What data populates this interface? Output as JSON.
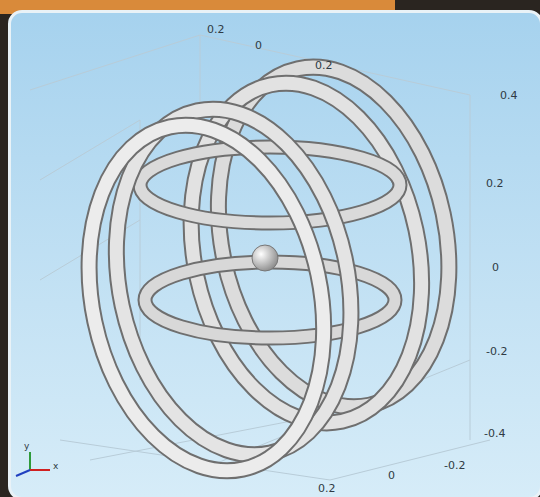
{
  "diagram": {
    "labels": [
      "0.2",
      "0",
      "0.2",
      "0.4",
      "0.2",
      "0",
      "-0.2",
      "-0.4",
      "-0.2",
      "0",
      "0.2",
      "y",
      "x"
    ]
  }
}
